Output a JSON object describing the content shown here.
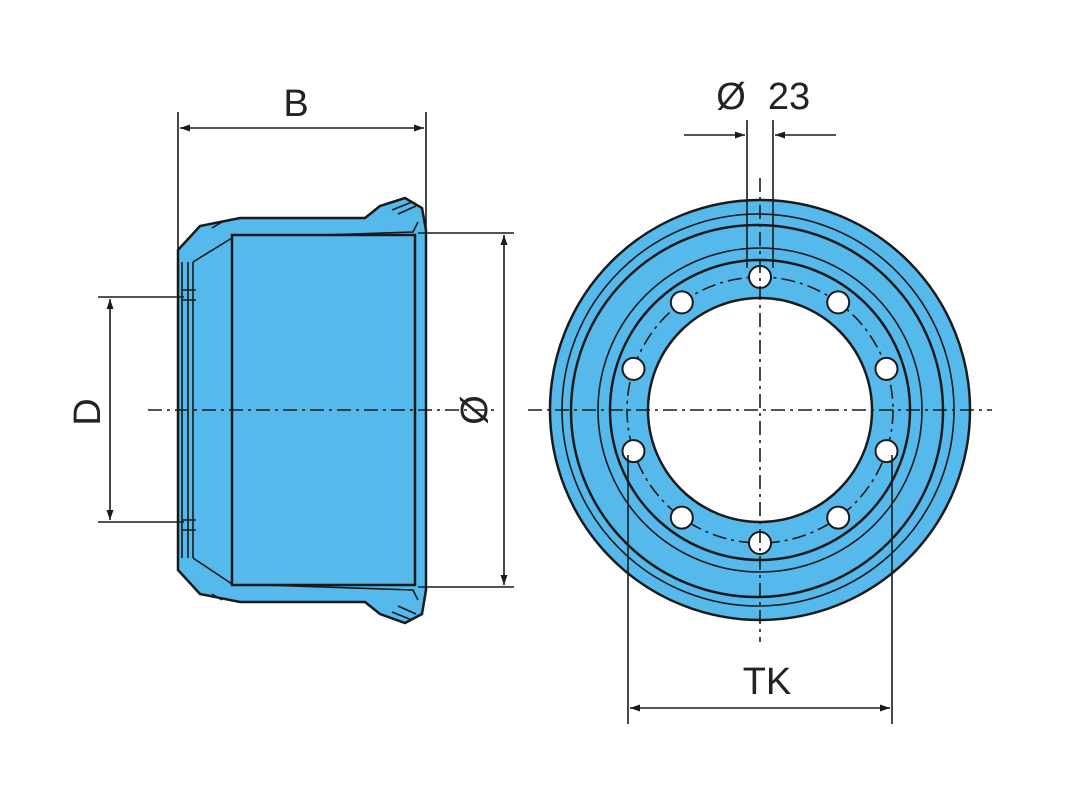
{
  "colors": {
    "body": "#55b9ec",
    "body_dark": "#3ea7dc",
    "line": "#1a1a1a",
    "background": "#ffffff"
  },
  "labels": {
    "width": "B",
    "inner_diameter": "D",
    "diameter_symbol": "Ø",
    "hole_diameter_symbol": "Ø",
    "hole_diameter_value": "23",
    "bolt_circle": "TK"
  },
  "front_view": {
    "bolt_holes": 10
  }
}
